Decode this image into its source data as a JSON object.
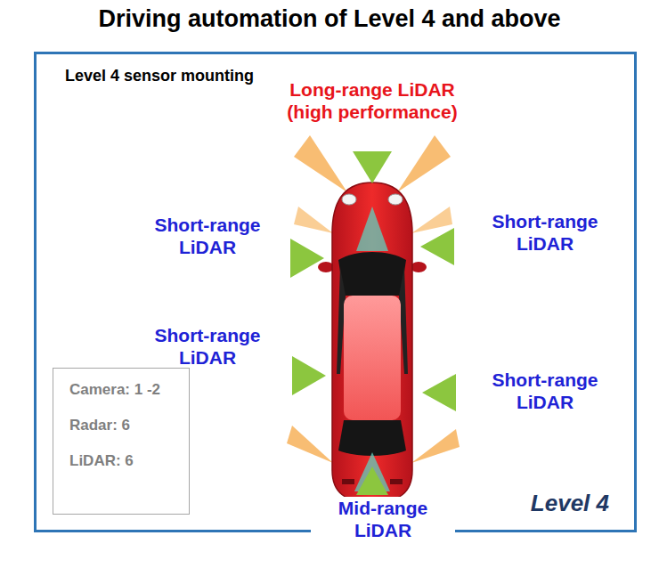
{
  "diagram": {
    "title": "Driving automation of Level 4 and above",
    "nodes": [
      {
        "text": [
          "Level 4 sensor mounting",
          "Level 4"
        ]
      },
      {
        "text": [
          "Camera: 1 -2",
          "Radar: 6",
          "LiDAR: 6"
        ],
        "in": 0
      }
    ],
    "labels": [
      "Long-range LiDAR (high performance)",
      "Short-range LiDAR",
      "Short-range LiDAR",
      "Short-range LiDAR",
      "Short-range LiDAR",
      "Mid-range LiDAR"
    ]
  }
}
